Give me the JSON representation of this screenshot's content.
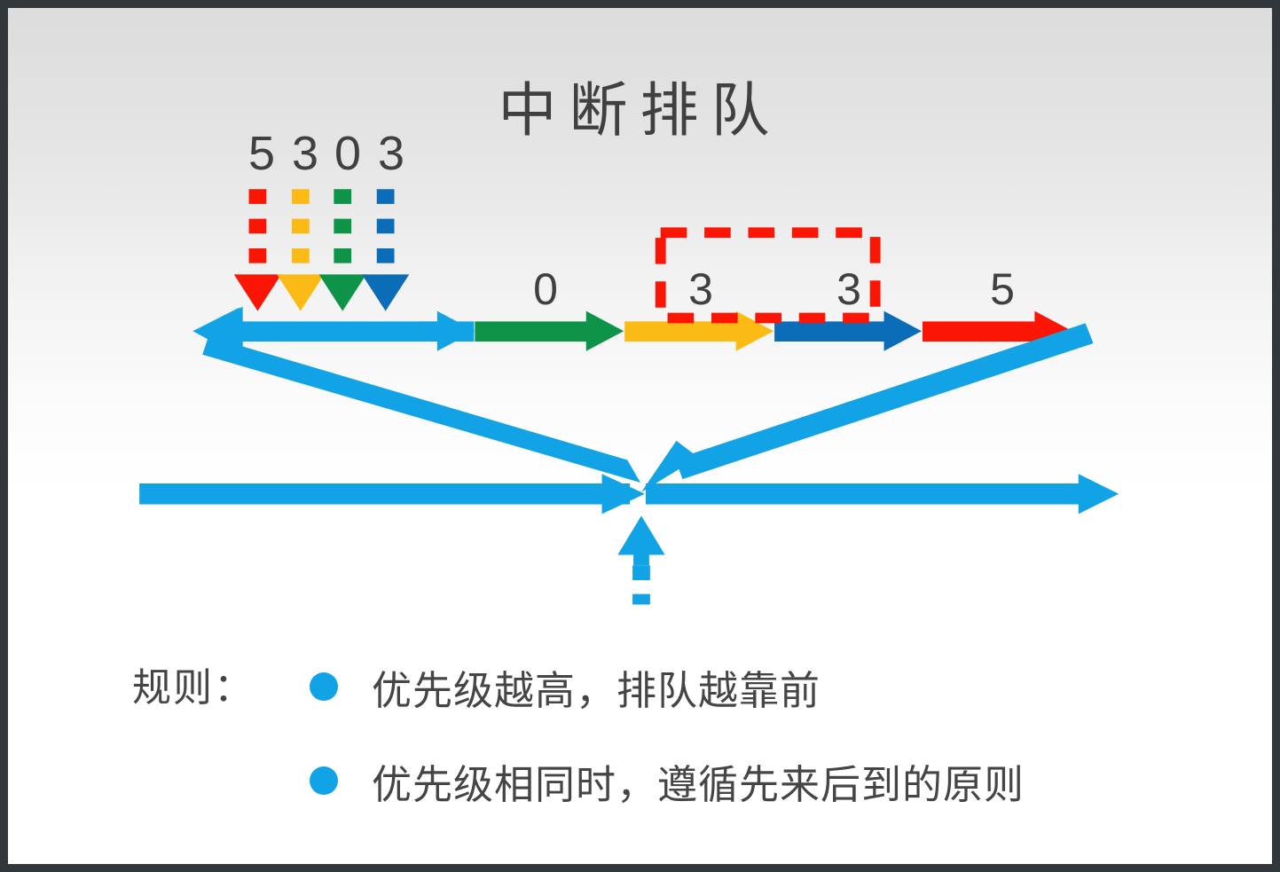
{
  "slide": {
    "title": "中断排队",
    "background_top": "#dcdcdc",
    "background_bottom": "#ffffff",
    "border_color": "#32373c"
  },
  "colors": {
    "red": "#fb1505",
    "amber": "#fbba14",
    "green": "#0e9448",
    "dark_blue": "#0b6cb8",
    "cyan": "#12a3e6",
    "text": "#404040"
  },
  "incoming_interrupts": {
    "description": "dashed arrows entering the queue",
    "items": [
      {
        "label": "5",
        "color": "#fb1505",
        "name": "interrupt-red"
      },
      {
        "label": "3",
        "color": "#fbba14",
        "name": "interrupt-amber"
      },
      {
        "label": "0",
        "color": "#0e9448",
        "name": "interrupt-green"
      },
      {
        "label": "3",
        "color": "#0b6cb8",
        "name": "interrupt-blue"
      }
    ]
  },
  "queue": {
    "segments": [
      {
        "label": "",
        "color": "#12a3e6",
        "name": "queue-segment-cyan"
      },
      {
        "label": "0",
        "color": "#0e9448",
        "name": "queue-segment-green"
      },
      {
        "label": "3",
        "color": "#fbba14",
        "name": "queue-segment-amber"
      },
      {
        "label": "3",
        "color": "#0b6cb8",
        "name": "queue-segment-blue"
      },
      {
        "label": "5",
        "color": "#fb1505",
        "name": "queue-segment-red"
      }
    ],
    "highlight_box": {
      "color": "#fb1505",
      "style": "dashed",
      "encloses": [
        "3",
        "3"
      ]
    }
  },
  "rules": {
    "caption": "规则：",
    "items": [
      "优先级越高，排队越靠前",
      "优先级相同时，遵循先来后到的原则"
    ]
  }
}
